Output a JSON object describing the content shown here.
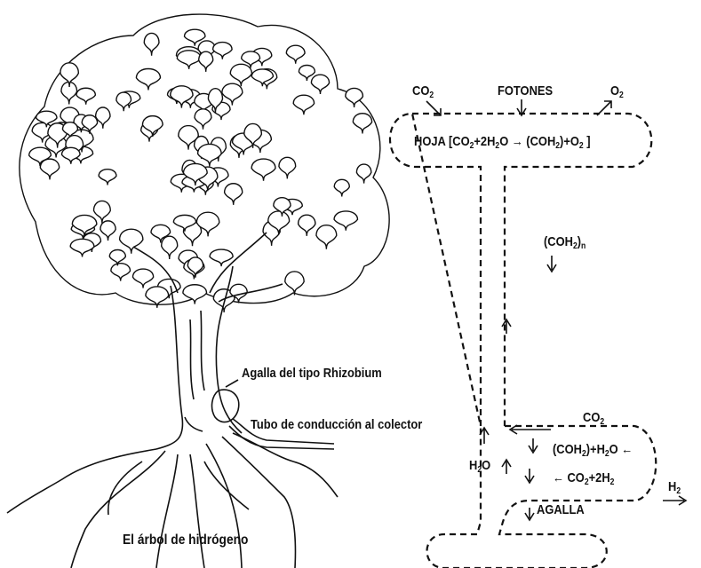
{
  "tree": {
    "gall_label": "Agalla del tipo Rhizobium",
    "tube_label": "Tubo de conducción al colector",
    "caption": "El árbol de hidrógeno"
  },
  "cycle": {
    "co2_in_pre": "CO",
    "co2_in_sub": "2",
    "photons": "FOTONES",
    "o2_out_pre": "O",
    "o2_out_sub": "2",
    "leaf_word": "HOJA",
    "eq_p1": " [CO",
    "eq_s1": "2",
    "eq_p2": "+2H",
    "eq_s2": "2",
    "eq_p3": "O → (COH",
    "eq_s3": "2",
    "eq_p4": ")+O",
    "eq_s4": "2",
    "eq_p5": " ]",
    "carb_pre": "(COH",
    "carb_sub1": "2",
    "carb_mid": ")",
    "carb_sub2": "n",
    "gall_co2_pre": "CO",
    "gall_co2_sub": "2",
    "gall_l2_p1": "(COH",
    "gall_l2_s1": "2",
    "gall_l2_p2": ")+H",
    "gall_l2_s2": "2",
    "gall_l2_p3": "O ←",
    "gall_l3_p1": "← CO",
    "gall_l3_s1": "2",
    "gall_l3_p2": "+2H",
    "gall_l3_s2": "2",
    "h2o_pre": "H",
    "h2o_sub": "2",
    "h2o_post": "O",
    "h2_pre": "H",
    "h2_sub": "2",
    "gall_word": "AGALLA"
  },
  "colors": {
    "ink": "#111111",
    "paper": "#ffffff"
  }
}
